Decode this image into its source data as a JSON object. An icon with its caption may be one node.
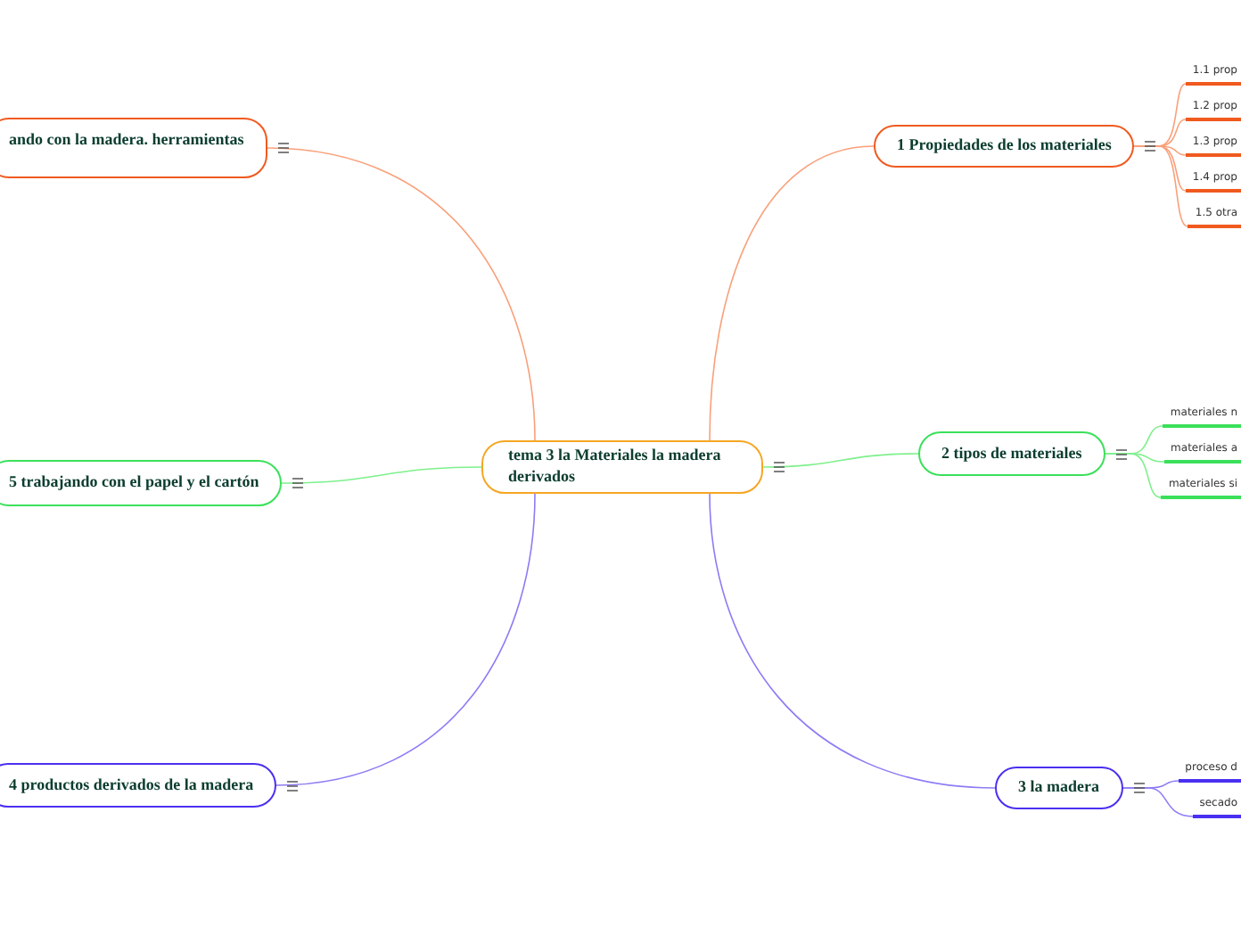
{
  "diagram": {
    "nodes": [
      {
        "text": [
          "tema 3 la Materiales la madera derivados"
        ]
      },
      {
        "text": [
          "1 Propiedades de los materiales"
        ]
      },
      {
        "text": [
          "1.1 prop"
        ]
      },
      {
        "text": [
          "1.2 prop"
        ]
      },
      {
        "text": [
          "1.3 prop"
        ]
      },
      {
        "text": [
          "1.4 prop"
        ]
      },
      {
        "text": [
          "1.5 otra"
        ]
      },
      {
        "text": [
          "2 tipos de materiales"
        ]
      },
      {
        "text": [
          "materiales n"
        ]
      },
      {
        "text": [
          "materiales a"
        ]
      },
      {
        "text": [
          "materiales si"
        ]
      },
      {
        "text": [
          "3 la madera"
        ]
      },
      {
        "text": [
          "proceso d"
        ]
      },
      {
        "text": [
          "secado"
        ]
      },
      {
        "text": [
          "4 productos derivados de la madera"
        ]
      },
      {
        "text": [
          "5 trabajando con el papel y el cartón"
        ]
      },
      {
        "text": [
          "ando con la madera. herramientas"
        ]
      }
    ],
    "edges": [
      {
        "from": 0,
        "to": 1,
        "arrow": "none",
        "color": "#f9a07a"
      },
      {
        "from": 1,
        "to": 2,
        "arrow": "none",
        "color": "#f9a07a"
      },
      {
        "from": 1,
        "to": 3,
        "arrow": "none",
        "color": "#f9a07a"
      },
      {
        "from": 1,
        "to": 4,
        "arrow": "none",
        "color": "#f9a07a"
      },
      {
        "from": 1,
        "to": 5,
        "arrow": "none",
        "color": "#f9a07a"
      },
      {
        "from": 1,
        "to": 6,
        "arrow": "none",
        "color": "#f9a07a"
      },
      {
        "from": 0,
        "to": 7,
        "arrow": "none",
        "color": "#7ef08c"
      },
      {
        "from": 7,
        "to": 8,
        "arrow": "none",
        "color": "#7ef08c"
      },
      {
        "from": 7,
        "to": 9,
        "arrow": "none",
        "color": "#7ef08c"
      },
      {
        "from": 7,
        "to": 10,
        "arrow": "none",
        "color": "#7ef08c"
      },
      {
        "from": 0,
        "to": 11,
        "arrow": "none",
        "color": "#8c7cf5"
      },
      {
        "from": 11,
        "to": 12,
        "arrow": "none",
        "color": "#8c7cf5"
      },
      {
        "from": 11,
        "to": 13,
        "arrow": "none",
        "color": "#8c7cf5"
      },
      {
        "from": 0,
        "to": 14,
        "arrow": "none",
        "color": "#8c7cf5"
      },
      {
        "from": 0,
        "to": 15,
        "arrow": "none",
        "color": "#7ef08c"
      },
      {
        "from": 0,
        "to": 16,
        "arrow": "none",
        "color": "#f9a07a"
      }
    ]
  }
}
